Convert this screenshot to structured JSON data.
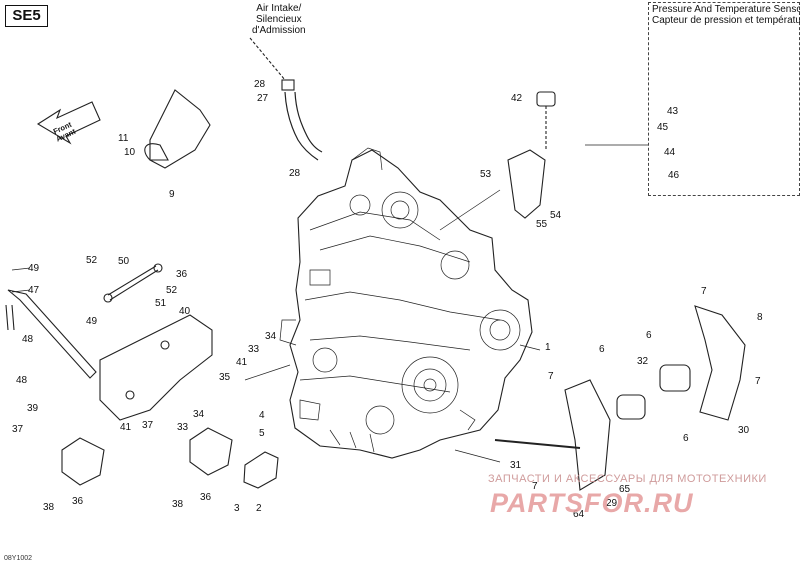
{
  "diagram": {
    "section_code": "SE5",
    "air_intake_title": [
      "Air Intake/",
      "Silencieux",
      "d'Admission"
    ],
    "pressure_sensor_title": [
      "Pressure And Temperature Sensor/",
      "Capteur de pression et température"
    ],
    "front_arrow": [
      "Front",
      "Avant"
    ],
    "drawing_code": "08Y1002",
    "watermark_text": "ЗАПЧАСТИ И АКСЕССУАРЫ ДЛЯ МОТОТЕХНИКИ",
    "watermark_logo": "PARTSFOR.RU",
    "callouts": [
      "1",
      "2",
      "3",
      "4",
      "5",
      "6",
      "6",
      "6",
      "7",
      "7",
      "7",
      "7",
      "8",
      "9",
      "10",
      "11",
      "28",
      "27",
      "28",
      "29",
      "30",
      "31",
      "32",
      "33",
      "33",
      "34",
      "34",
      "35",
      "36",
      "36",
      "36",
      "37",
      "37",
      "38",
      "38",
      "39",
      "40",
      "41",
      "41",
      "42",
      "43",
      "44",
      "45",
      "46",
      "47",
      "48",
      "48",
      "49",
      "49",
      "50",
      "51",
      "52",
      "52",
      "53",
      "54",
      "55",
      "64",
      "65"
    ]
  }
}
